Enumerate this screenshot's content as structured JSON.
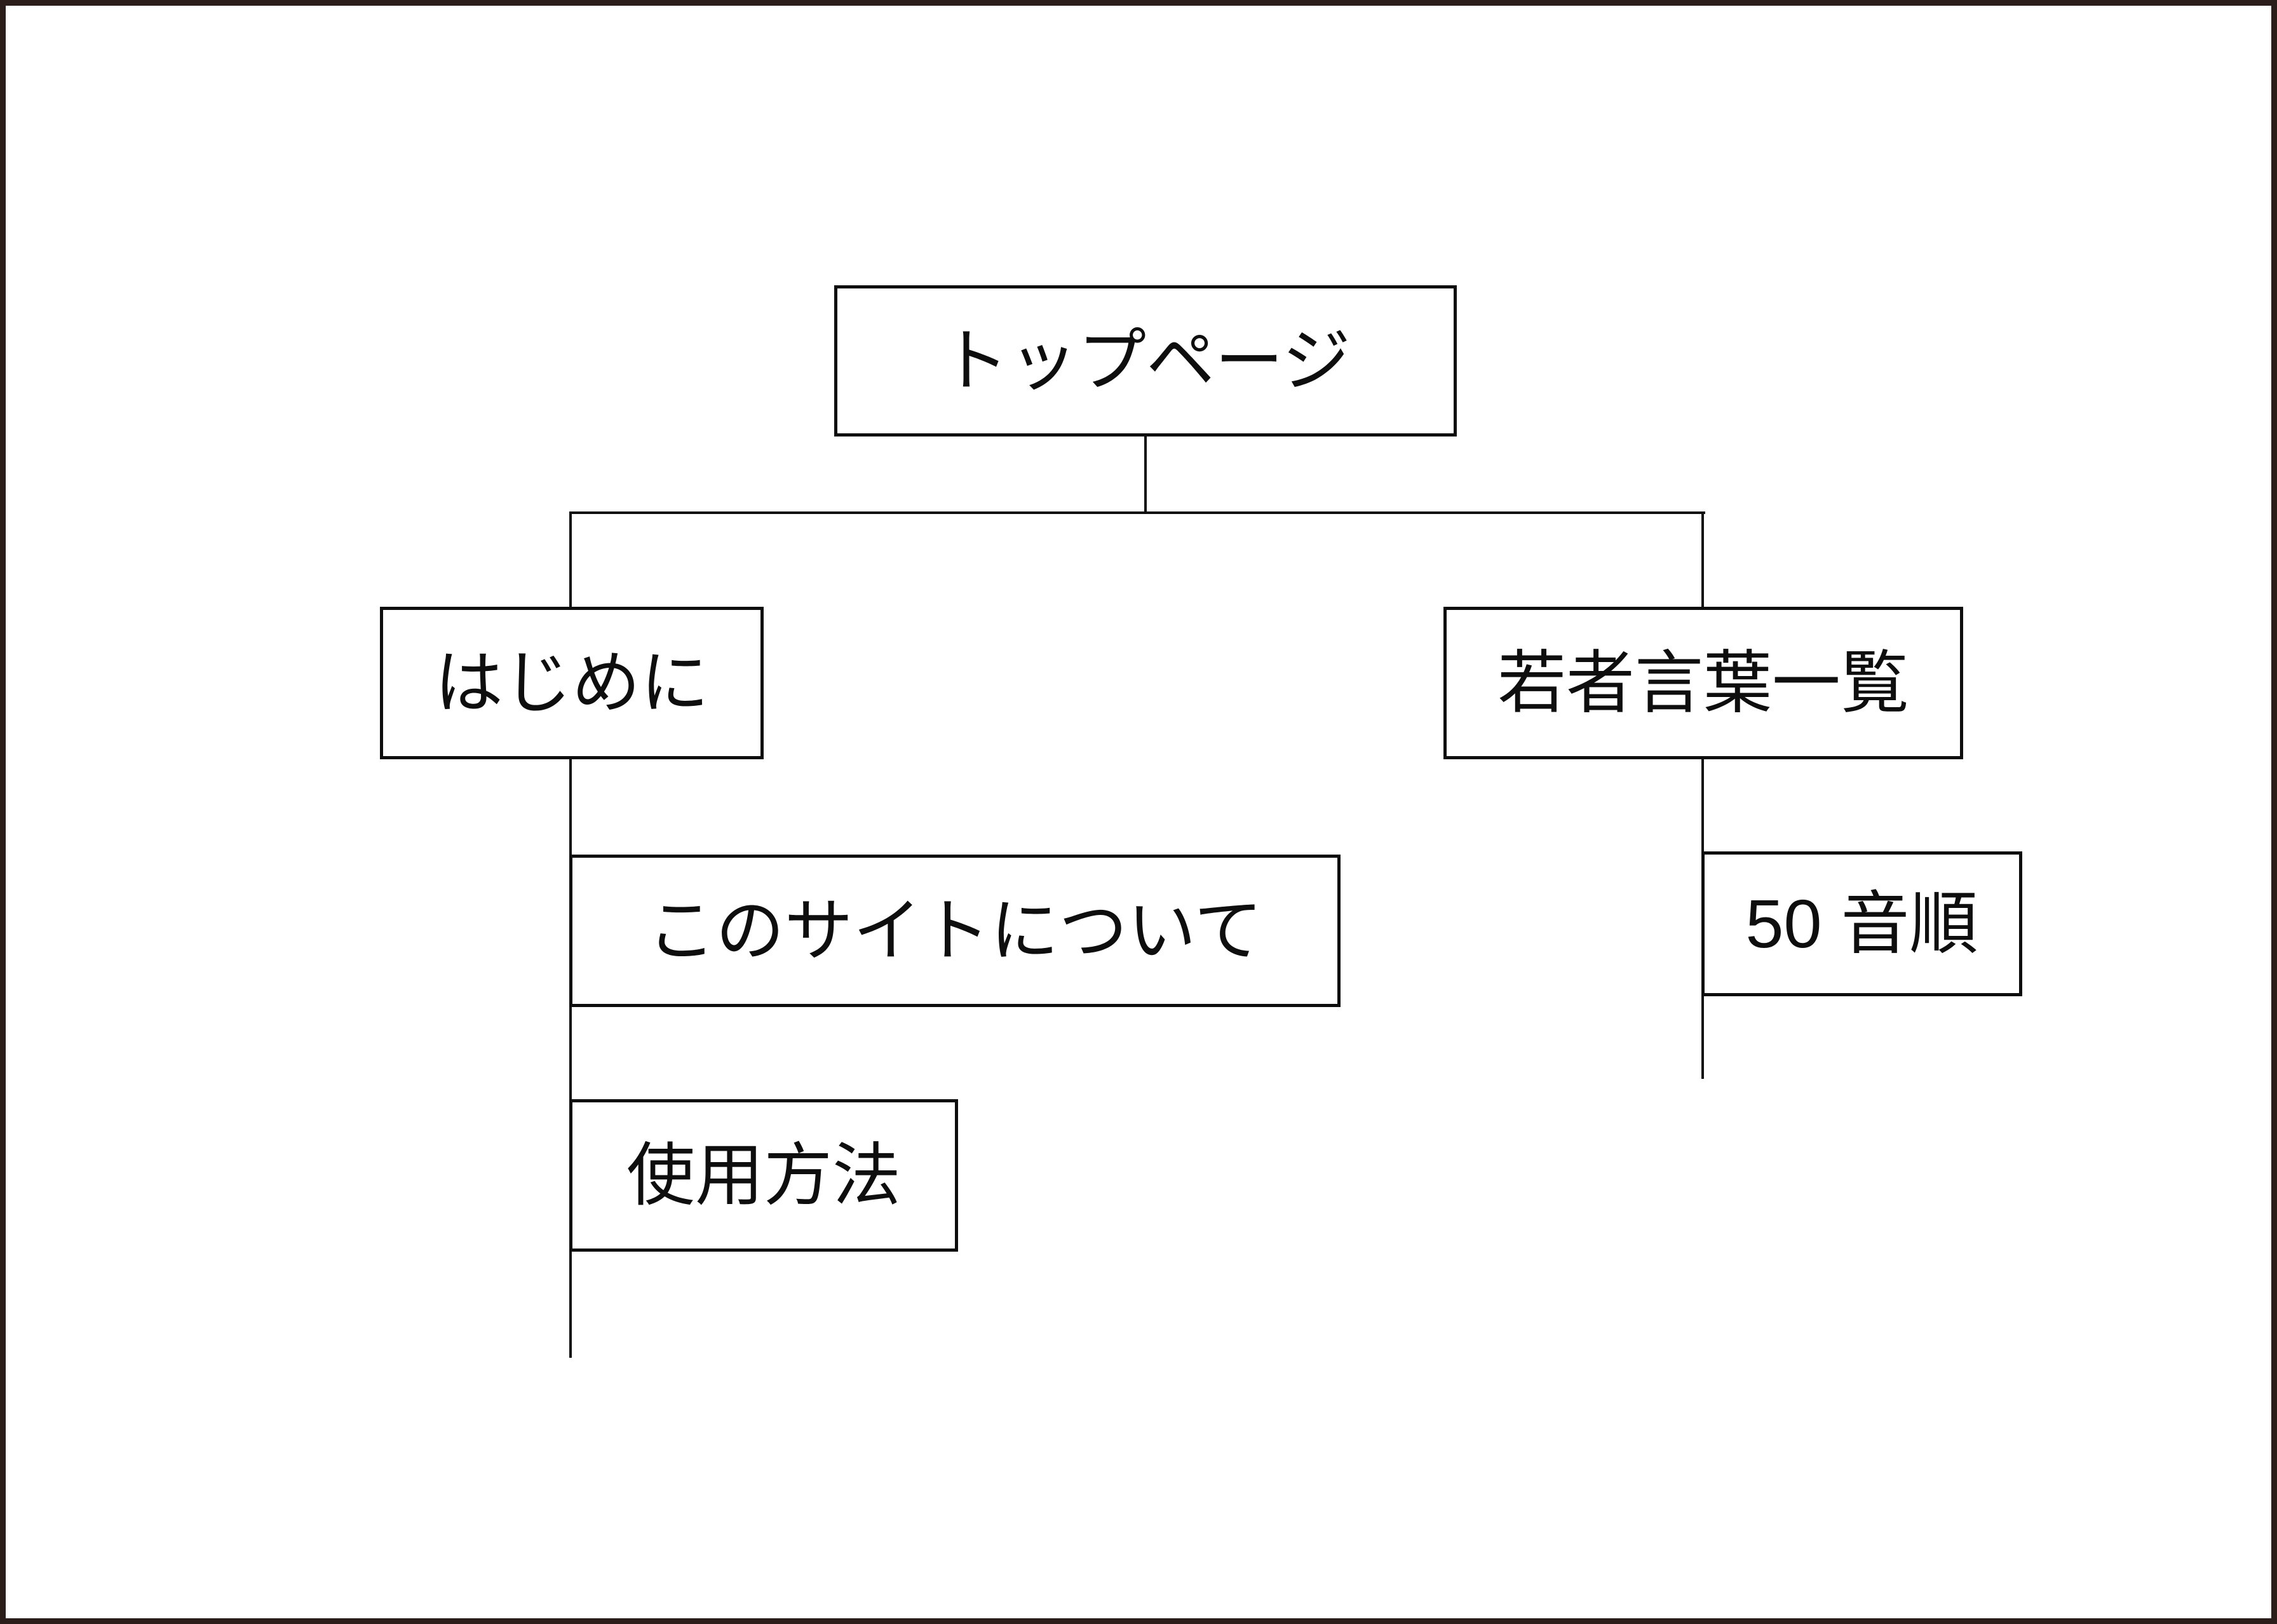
{
  "diagram": {
    "kind": "sitemap-tree",
    "root_label": "トップページ",
    "tree": [
      {
        "label": "はじめに",
        "children": [
          "このサイトについて",
          "使用方法"
        ]
      },
      {
        "label": "若者言葉一覧",
        "children": [
          "50 音順"
        ]
      }
    ],
    "nodes": {
      "top_page": {
        "label": "トップページ"
      },
      "hajimeni": {
        "label": "はじめに"
      },
      "about_site": {
        "label": "このサイトについて"
      },
      "usage": {
        "label": "使用方法"
      },
      "wakamono": {
        "label": "若者言葉一覧"
      },
      "onjun": {
        "label": "50 音順"
      }
    }
  },
  "colors": {
    "page_border": "#2b1d19",
    "line": "#0e0e0e",
    "box_border": "#0e0e0e",
    "box_fill": "#ffffff",
    "text": "#0e0e0e",
    "background": "#ffffff"
  }
}
